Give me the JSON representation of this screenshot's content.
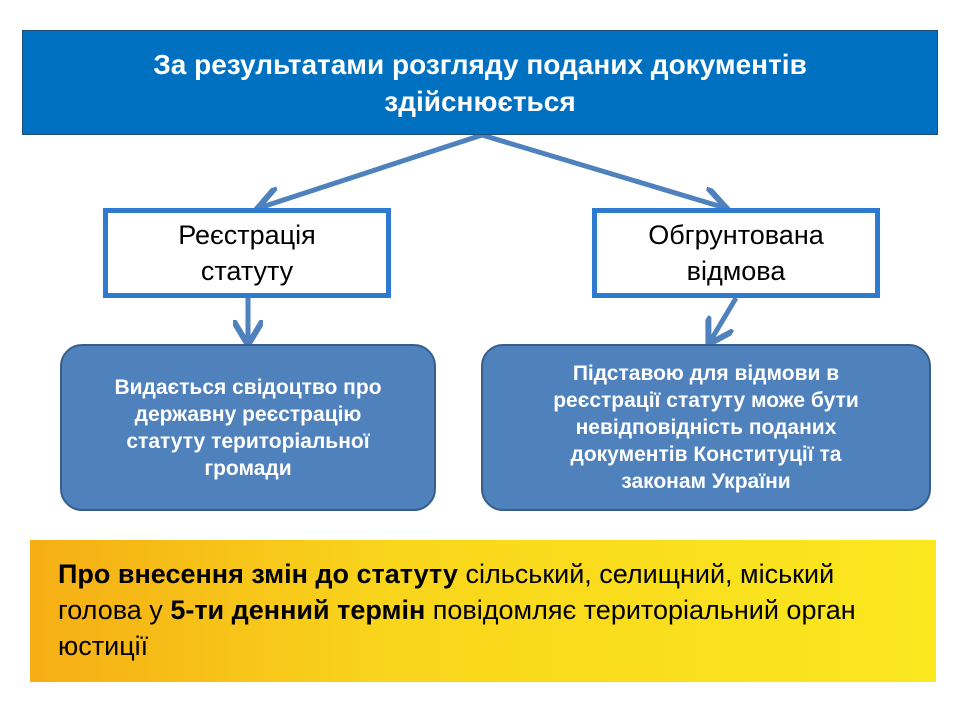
{
  "title": {
    "line1": "За результатами розгляду поданих документів",
    "line2": "здійснюється"
  },
  "branches": [
    {
      "label_line1": "Реєстрація",
      "label_line2": "статуту",
      "detail": "Видається свідоцтво про державну реєстрацію статуту територіальної громади"
    },
    {
      "label_line1": "Обгрунтована",
      "label_line2": "відмова",
      "detail": "Підставою для відмови в реєстрації статуту може бути невідповідність поданих документів Конституції та законам України"
    }
  ],
  "note": {
    "bold1": "Про внесення змін до статуту",
    "text1": " сільський, селищний, міський голова у ",
    "bold2": "5-ти денний термін",
    "text2": " повідомляє територіальний орган юстиції"
  },
  "colors": {
    "title_bg": "#0070c0",
    "arrow": "#4f81bd",
    "box_border": "#2e7ad1",
    "detail_bg": "#4f81bd"
  }
}
